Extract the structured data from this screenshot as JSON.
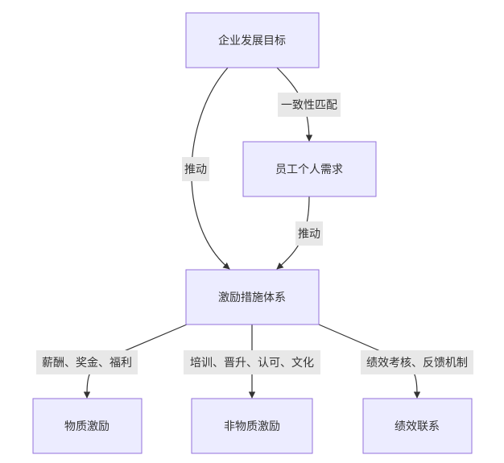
{
  "nodes": {
    "goal": "企业发展目标",
    "needs": "员工个人需求",
    "incentive": "激励措施体系",
    "material": "物质激励",
    "nonmaterial": "非物质激励",
    "performance": "绩效联系"
  },
  "edges": {
    "goal_to_needs": "一致性匹配",
    "goal_to_incentive": "推动",
    "needs_to_incentive": "推动",
    "incentive_to_material": "薪酬、奖金、福利",
    "incentive_to_nonmaterial": "培训、晋升、认可、文化",
    "incentive_to_performance": "绩效考核、反馈机制"
  },
  "colors": {
    "node_fill": "#ECECFF",
    "node_stroke": "#9370DB",
    "edge_stroke": "#333333",
    "label_bg": "#E8E8E8",
    "text": "#333333"
  }
}
